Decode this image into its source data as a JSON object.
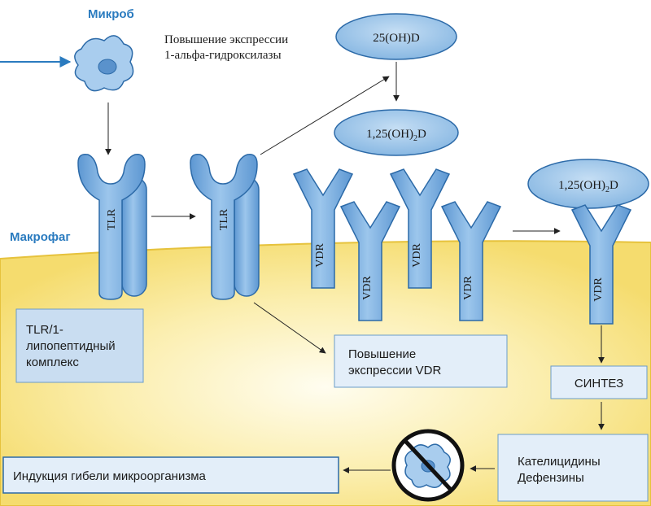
{
  "labels": {
    "microbe": "Микроб",
    "macrophage": "Макрофаг",
    "expression_hydroxylase_line1": "Повышение экспрессии",
    "expression_hydroxylase_line2": "1-альфа-гидроксилазы",
    "vitd_25": "25(OH)D",
    "vitd_125_a": "1,25(OH)",
    "vitd_125_sub": "2",
    "vitd_125_b": "D",
    "tlr": "TLR",
    "vdr": "VDR"
  },
  "boxes": {
    "tlr_complex_line1": "TLR/1-",
    "tlr_complex_line2": "липопептидный",
    "tlr_complex_line3": "комплекс",
    "vdr_expression_line1": "Повышение",
    "vdr_expression_line2": "экспрессии VDR",
    "synthesis": "СИНТЕЗ",
    "peptides_line1": "Кателицидины",
    "peptides_line2": "Дефензины",
    "death_induction": "Индукция гибели микроорганизма"
  },
  "colors": {
    "receptor_fill": "#7fb2e0",
    "receptor_stroke": "#2c6aa8",
    "cell_fill": "#f7e48a",
    "cell_edge": "#e6c23c",
    "box_fill": "#c9ddf1",
    "box_stroke": "#6a9cc9",
    "label_blue": "#2a7bbf"
  }
}
